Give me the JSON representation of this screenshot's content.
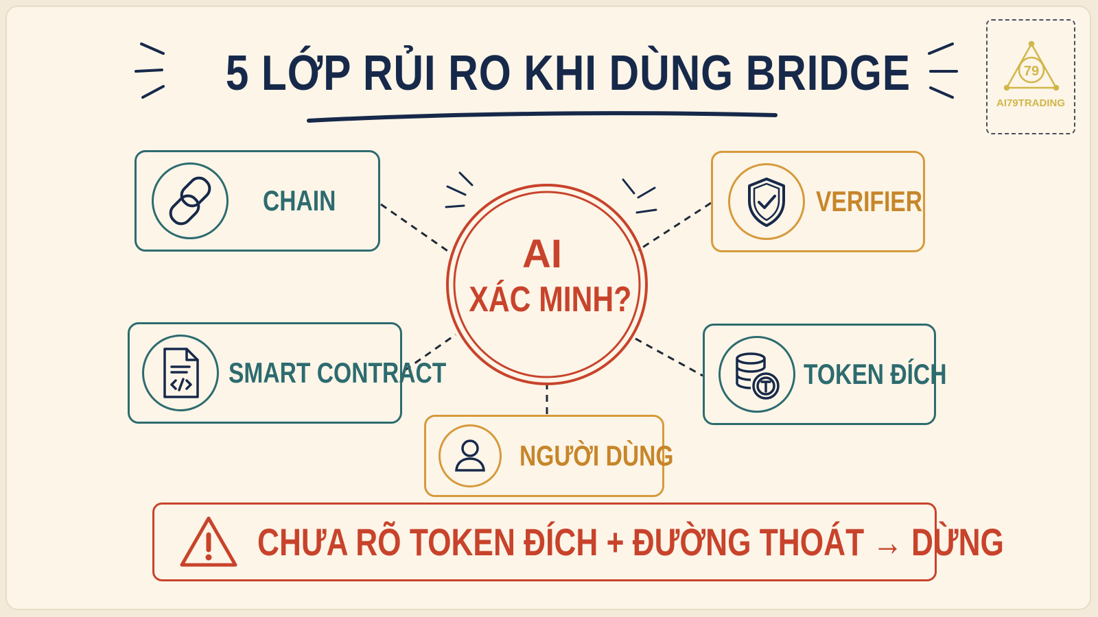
{
  "title": "5 LỚP RỦI RO KHI DÙNG BRIDGE",
  "center": {
    "line1": "AI",
    "line2": "XÁC MINH?"
  },
  "nodes": {
    "chain": {
      "label": "CHAIN",
      "icon": "chain-link-icon"
    },
    "verifier": {
      "label": "VERIFIER",
      "icon": "shield-check-icon"
    },
    "smart_contract": {
      "label": "SMART CONTRACT",
      "icon": "code-document-icon"
    },
    "token": {
      "label": "TOKEN ĐÍCH",
      "icon": "coin-stack-icon"
    },
    "user": {
      "label": "NGƯỜI DÙNG",
      "icon": "user-icon"
    }
  },
  "warning": {
    "text": "CHƯA RÕ TOKEN ĐÍCH + ĐƯỜNG THOÁT → DỪNG",
    "icon": "warning-triangle-icon"
  },
  "logo": {
    "text": "AI79TRADING",
    "mark": "79"
  },
  "colors": {
    "background": "#fcf5e8",
    "navy": "#17294a",
    "teal": "#2d6b6f",
    "gold": "#d69a3b",
    "red": "#c8432b"
  }
}
